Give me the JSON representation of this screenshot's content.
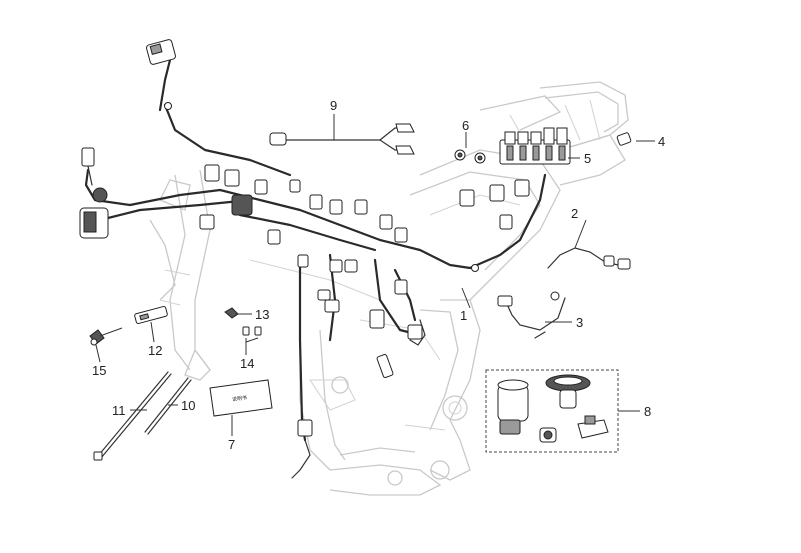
{
  "diagram": {
    "callouts": [
      {
        "id": "c1",
        "label": "1"
      },
      {
        "id": "c2",
        "label": "2"
      },
      {
        "id": "c3",
        "label": "3"
      },
      {
        "id": "c4",
        "label": "4"
      },
      {
        "id": "c5",
        "label": "5"
      },
      {
        "id": "c6",
        "label": "6"
      },
      {
        "id": "c7",
        "label": "7"
      },
      {
        "id": "c8",
        "label": "8"
      },
      {
        "id": "c9",
        "label": "9"
      },
      {
        "id": "c10",
        "label": "10"
      },
      {
        "id": "c11",
        "label": "11"
      },
      {
        "id": "c12",
        "label": "12"
      },
      {
        "id": "c13",
        "label": "13"
      },
      {
        "id": "c14",
        "label": "14"
      },
      {
        "id": "c15",
        "label": "15"
      }
    ],
    "manual_card_text": "说明书"
  }
}
